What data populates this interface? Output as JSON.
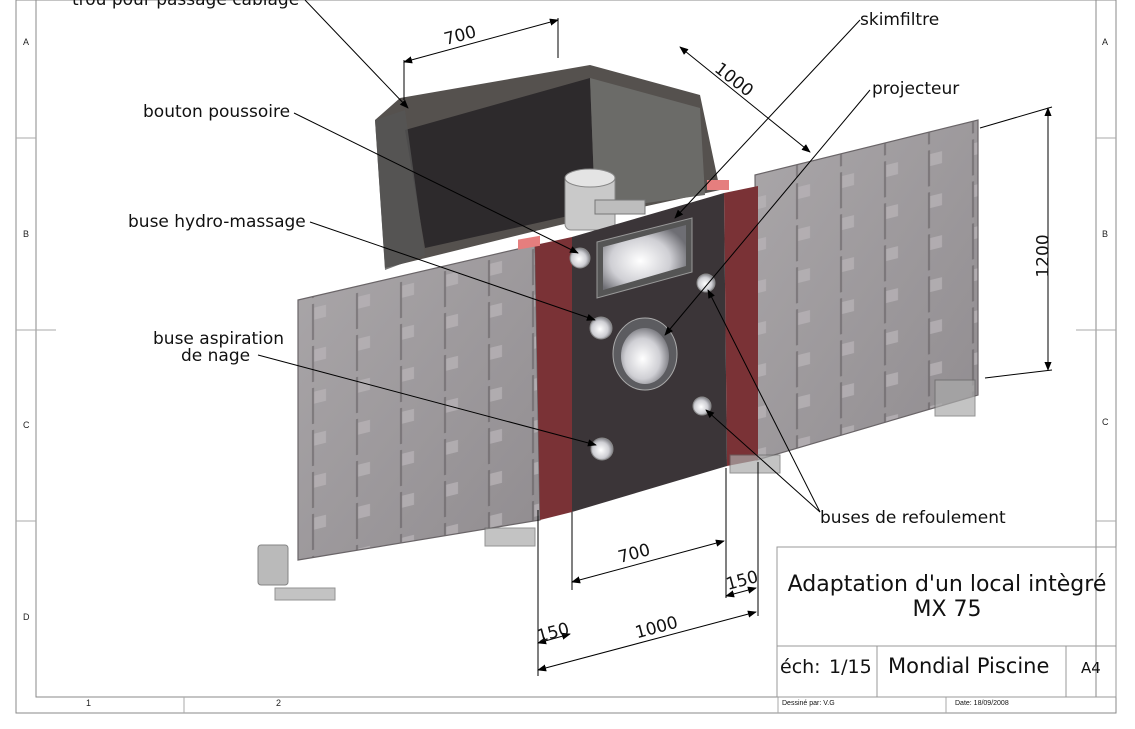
{
  "sheet": {
    "zones_left": [
      "A",
      "B",
      "C",
      "D"
    ],
    "zones_right": [
      "A",
      "B",
      "C"
    ],
    "zones_bottom": [
      "1",
      "2"
    ]
  },
  "callouts": {
    "top_cut": "trou pour passage cablage",
    "skimfiltre": "skimfiltre",
    "projecteur": "projecteur",
    "bouton": "bouton poussoire",
    "buse_hydro": "buse hydro-massage",
    "buse_aspiration_1": "buse aspiration",
    "buse_aspiration_2": "de nage",
    "buses_refoulement": "buses de refoulement"
  },
  "dimensions": {
    "top_width": "700",
    "top_depth": "1000",
    "height": "1200",
    "bottom_inner": "700",
    "bottom_right": "150",
    "bottom_left": "150",
    "bottom_total": "1000"
  },
  "title_block": {
    "title_line1": "Adaptation d'un local intègré",
    "title_line2": "MX 75",
    "scale_label": "éch:",
    "scale_value": "1/15",
    "company": "Mondial Piscine",
    "format": "A4",
    "drawn_by": "Dessiné par: V.G",
    "date": "Date: 18/09/2008"
  },
  "colors": {
    "panel_dark": "#3b3538",
    "panel_translucent": "#8e8a8e",
    "accent_red": "#7a3236",
    "pink_clip": "#e57e7e"
  }
}
